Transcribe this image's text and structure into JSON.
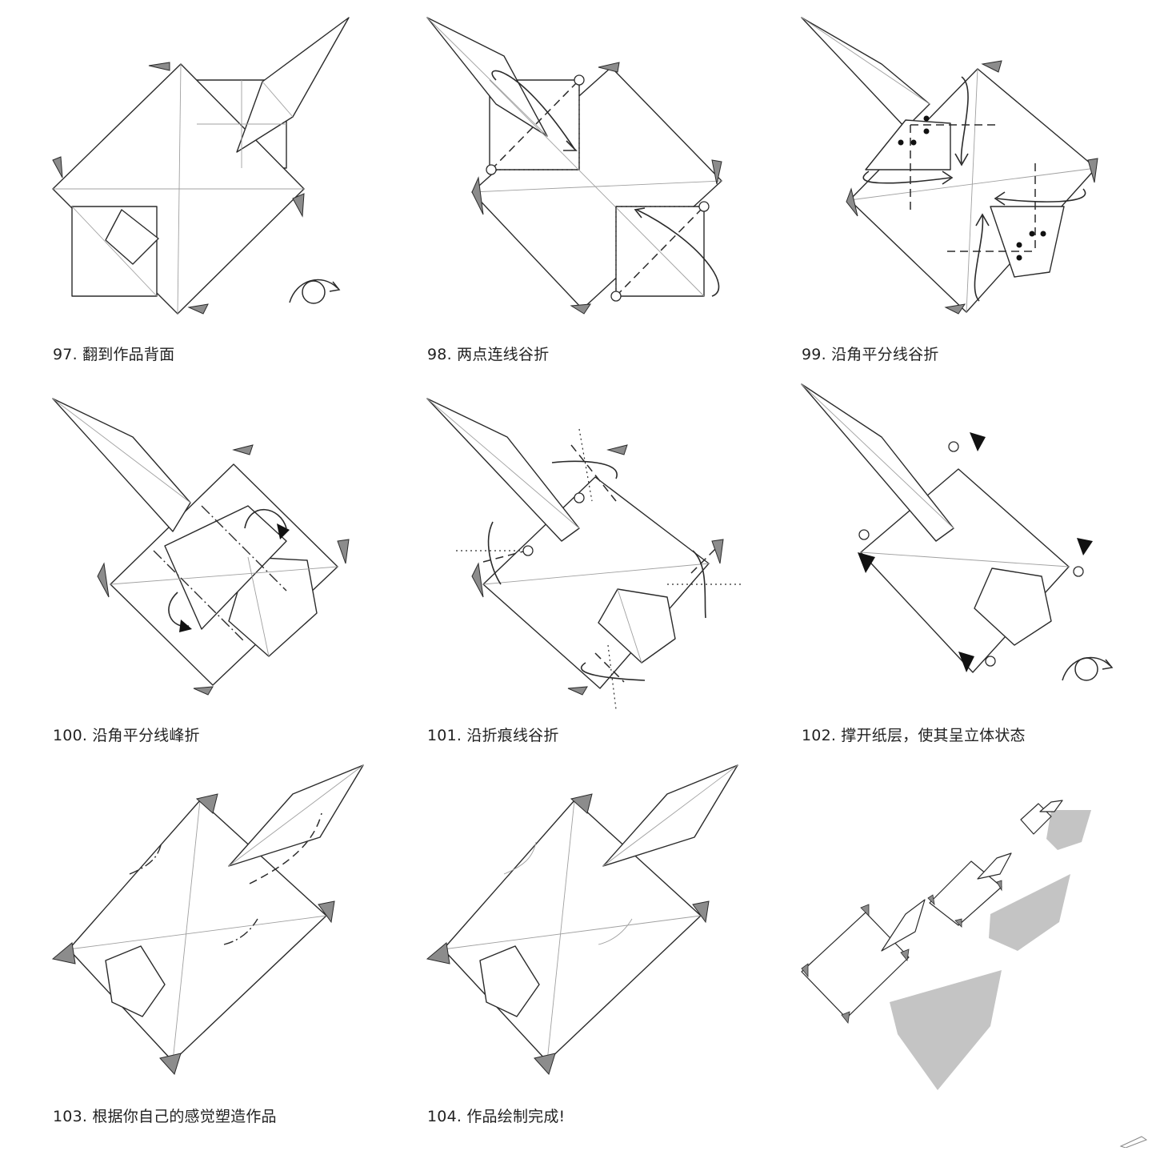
{
  "steps": [
    {
      "number": "97.",
      "text": "翻到作品背面"
    },
    {
      "number": "98.",
      "text": "两点连线谷折"
    },
    {
      "number": "99.",
      "text": "沿角平分线谷折"
    },
    {
      "number": "100.",
      "text": "沿角平分线峰折"
    },
    {
      "number": "101.",
      "text": "沿折痕线谷折"
    },
    {
      "number": "102.",
      "text": "撑开纸层，使其呈立体状态"
    },
    {
      "number": "103.",
      "text": "根据你自己的感觉塑造作品"
    },
    {
      "number": "104.",
      "text": "作品绘制完成!"
    }
  ],
  "colors": {
    "line": "#2b2b2b",
    "crease": "#a0a0a0",
    "shade": "#8c8c8c",
    "shadow": "#c4c4c4",
    "fill": "#ffffff"
  },
  "icons": {
    "turn_over": "turn-over-icon",
    "valley_arrow": "valley-fold-arrow-icon",
    "mountain_arrow": "mountain-fold-arrow-icon",
    "point_marker": "circle-reference-point-icon",
    "push_arrow": "push-squash-arrow-icon"
  }
}
